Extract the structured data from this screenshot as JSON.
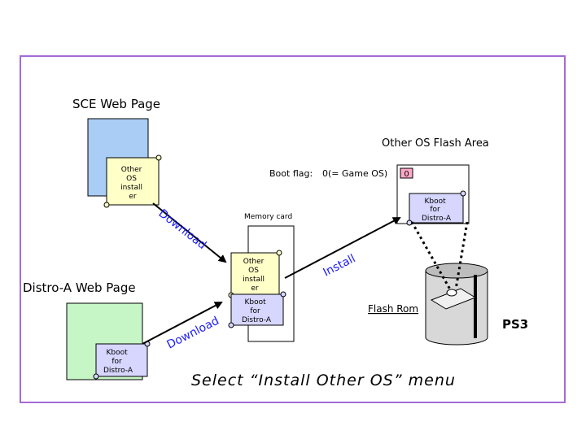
{
  "sce_web": {
    "title": "SCE Web Page",
    "scroll_text": [
      "Other",
      "OS",
      "install",
      "er"
    ]
  },
  "distro_web": {
    "title": "Distro-A Web Page",
    "scroll_text": [
      "Kboot",
      "for",
      "Distro-A"
    ]
  },
  "memory_card": {
    "label": "Memory card",
    "scroll1": [
      "Other",
      "OS",
      "install",
      "er"
    ],
    "scroll2": [
      "Kboot",
      "for",
      "Distro-A"
    ]
  },
  "flash_area": {
    "title": "Other OS Flash Area",
    "boot_flag_label": "Boot flag:",
    "boot_flag_value": "0(= Game OS)",
    "flag_box": "0",
    "scroll": [
      "Kboot",
      "for",
      "Distro-A"
    ]
  },
  "arrows": {
    "download_top": "Download",
    "download_bottom": "Download",
    "install": "Install"
  },
  "ps3": {
    "flash_rom": "Flash Rom",
    "label": "PS3"
  },
  "caption": "Select “Install Other OS” menu",
  "colors": {
    "frame": "#a46bd6",
    "sce_page": "#a9cdf5",
    "distro_page": "#c6f5c6",
    "scroll": "#ffffc8",
    "scroll_blue": "#d6d6ff",
    "cylinder": "#d8d8d8",
    "flag": "#ffa8c8",
    "arrow_text": "#1c1cff"
  }
}
